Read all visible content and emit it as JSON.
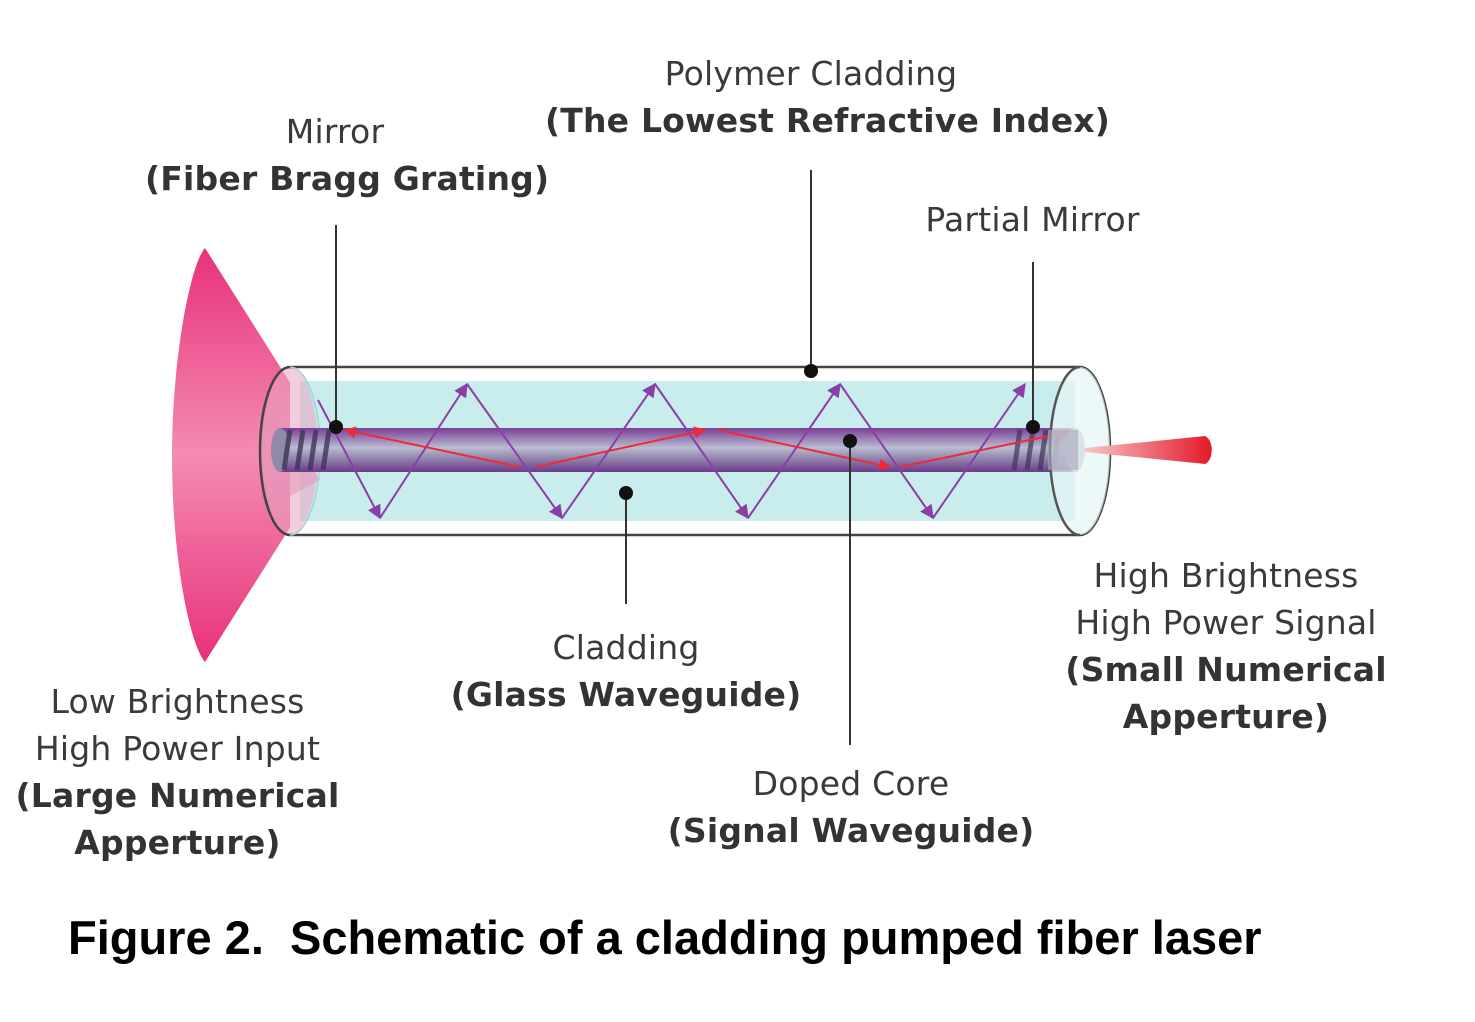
{
  "figure": {
    "caption": "Figure 2.  Schematic of a cladding pumped fiber laser",
    "labels": {
      "mirror": {
        "line1": "Mirror",
        "line2": "(Fiber Bragg Grating)"
      },
      "polymer_cladding": {
        "line1": "Polymer Cladding",
        "line2": "(The Lowest Refractive Index)"
      },
      "partial_mirror": {
        "line1": "Partial Mirror"
      },
      "cladding": {
        "line1": "Cladding",
        "line2": "(Glass Waveguide)"
      },
      "doped_core": {
        "line1": "Doped Core",
        "line2": "(Signal Waveguide)"
      },
      "input": {
        "line1": "Low Brightness",
        "line2": "High Power Input",
        "line3": "(Large Numerical",
        "line4": "Apperture)"
      },
      "output": {
        "line1": "High Brightness",
        "line2": "High Power Signal",
        "line3": "(Small Numerical",
        "line4": "Apperture)"
      }
    },
    "colors": {
      "pump_cone": "#e83e7e",
      "inner_cladding": "#c9ecec",
      "core": "#7a4f96",
      "pump_rays": "#8a3fa6",
      "signal_rays": "#ee2a3a",
      "output_beam": "#e8232f",
      "outline": "#444444"
    }
  }
}
